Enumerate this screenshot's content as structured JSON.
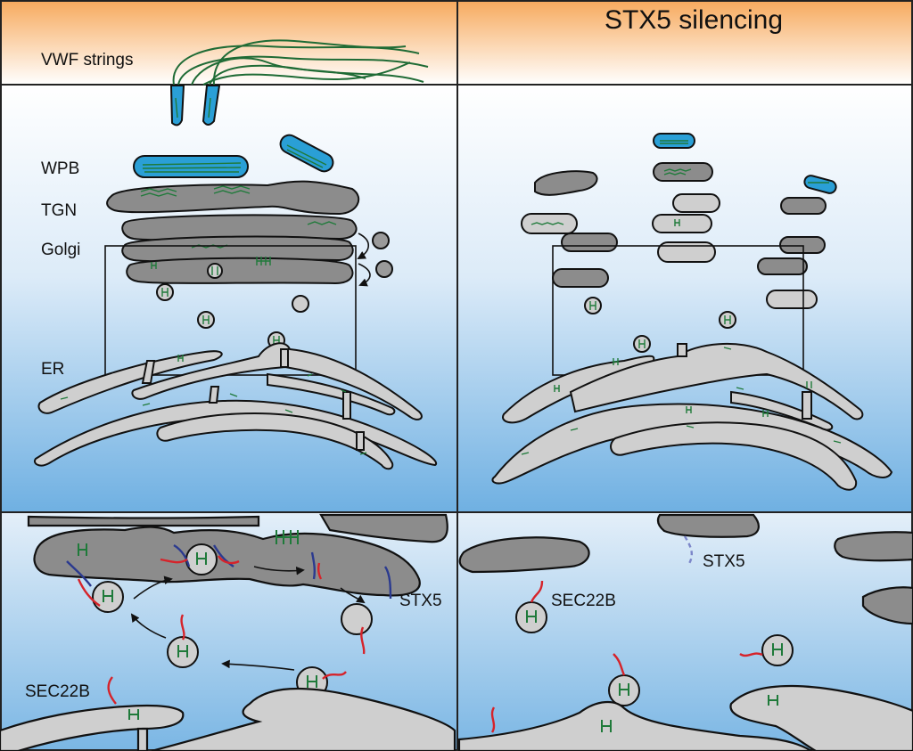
{
  "panels": {
    "control_title": "",
    "silencing_title": "STX5 silencing"
  },
  "labels": {
    "vwf_strings": "VWF strings",
    "wpb": "WPB",
    "tgn": "TGN",
    "golgi": "Golgi",
    "er": "ER",
    "stx5_control": "STX5",
    "sec22b_control": "SEC22B",
    "stx5_silenced": "STX5",
    "sec22b_silenced": "SEC22B"
  },
  "colors": {
    "header_orange": "#f7a95c",
    "background_blue": "#7ab4e3",
    "organelle_grey": "#c8c8c8",
    "golgi_dark_grey": "#888888",
    "wpb_blue": "#2a9fd6",
    "vwf_green": "#1f7a3a",
    "stx5_blue": "#2b3a8f",
    "sec22b_red": "#d6232a",
    "outline": "#1a1a1a"
  }
}
